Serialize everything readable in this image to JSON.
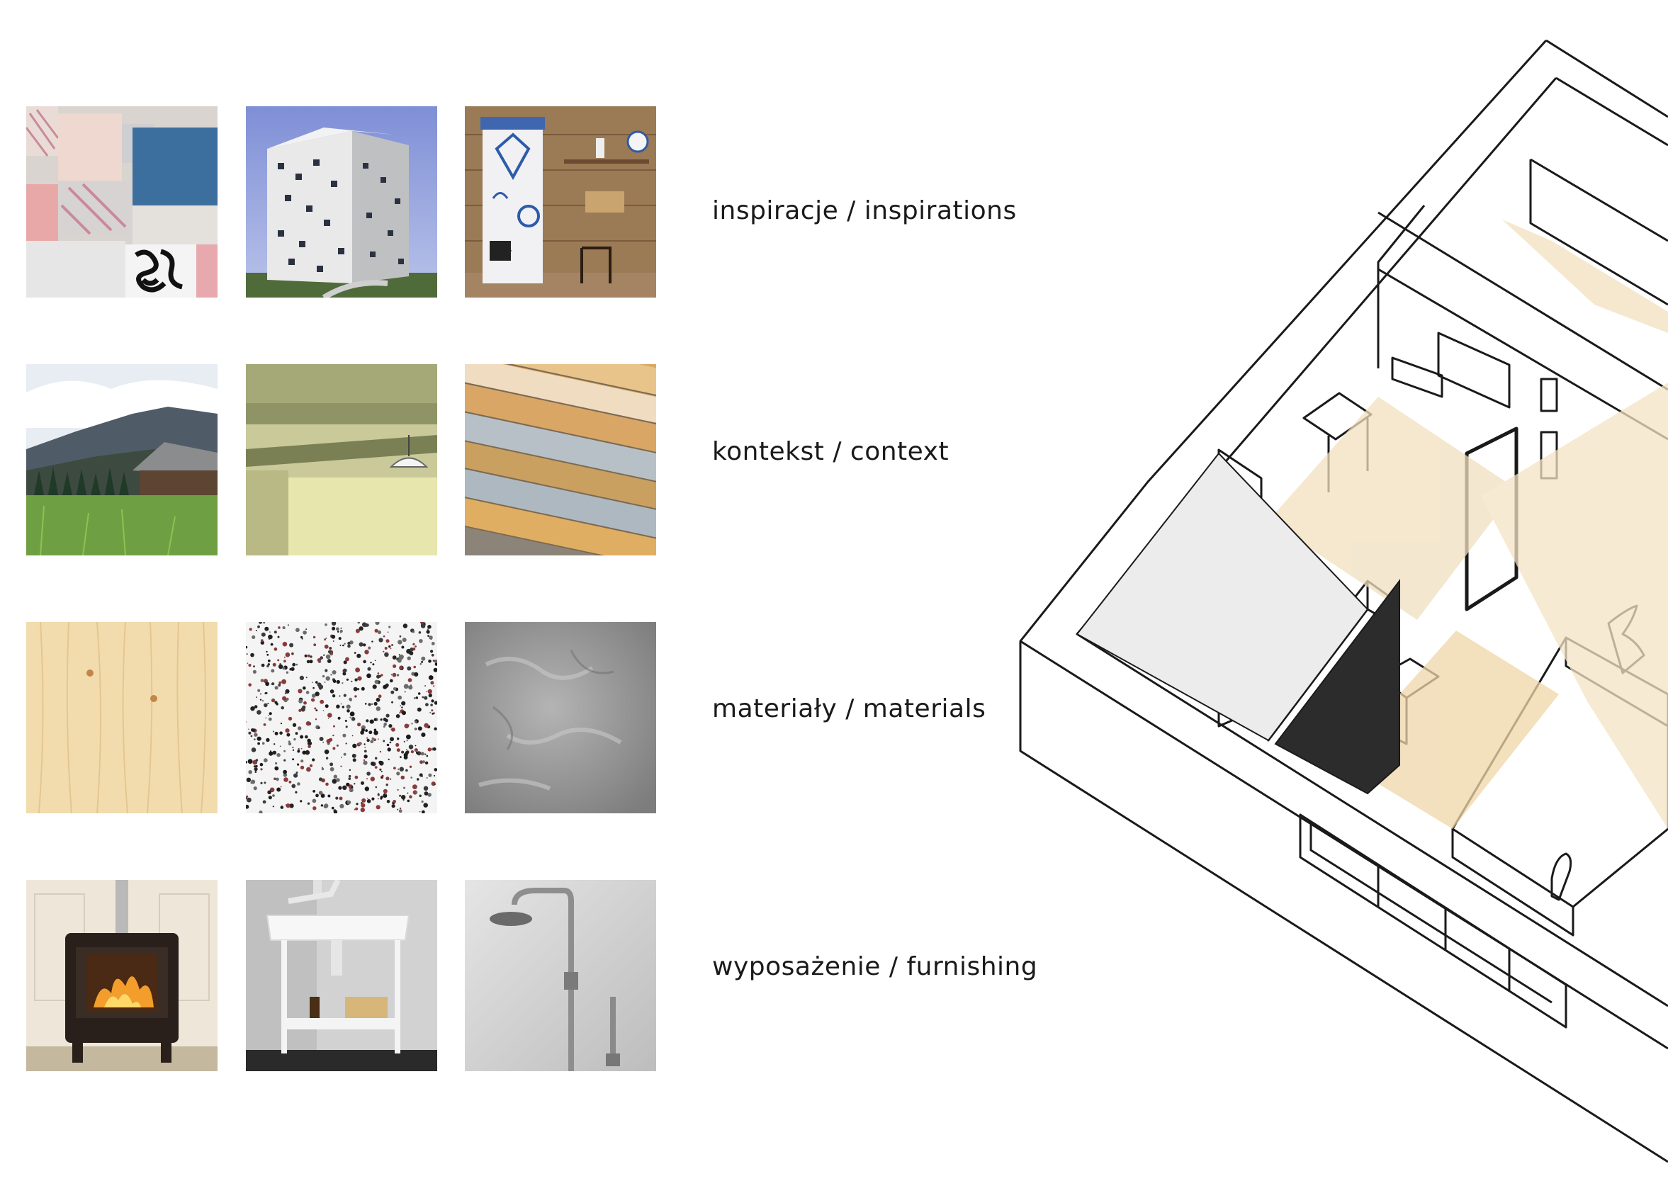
{
  "rows": [
    {
      "label": "inspiracje / inspirations",
      "tiles": [
        "tile-collage",
        "tile-concrete-cube-building",
        "tile-tiled-stove-interior"
      ]
    },
    {
      "label": "kontekst / context",
      "tiles": [
        "tile-mountain-hut",
        "tile-attic-interior",
        "tile-painted-planks"
      ]
    },
    {
      "label": "materiały / materials",
      "tiles": [
        "tile-pine-wood",
        "tile-terrazzo",
        "tile-grey-stone"
      ]
    },
    {
      "label": "wyposażenie / furnishing",
      "tiles": [
        "tile-wood-stove",
        "tile-washbasin-stand",
        "tile-rain-shower"
      ]
    }
  ],
  "colors": {
    "background": "#ffffff",
    "text": "#1a1a1a",
    "wood": "#efdfbd",
    "line": "#1a1a1a"
  }
}
